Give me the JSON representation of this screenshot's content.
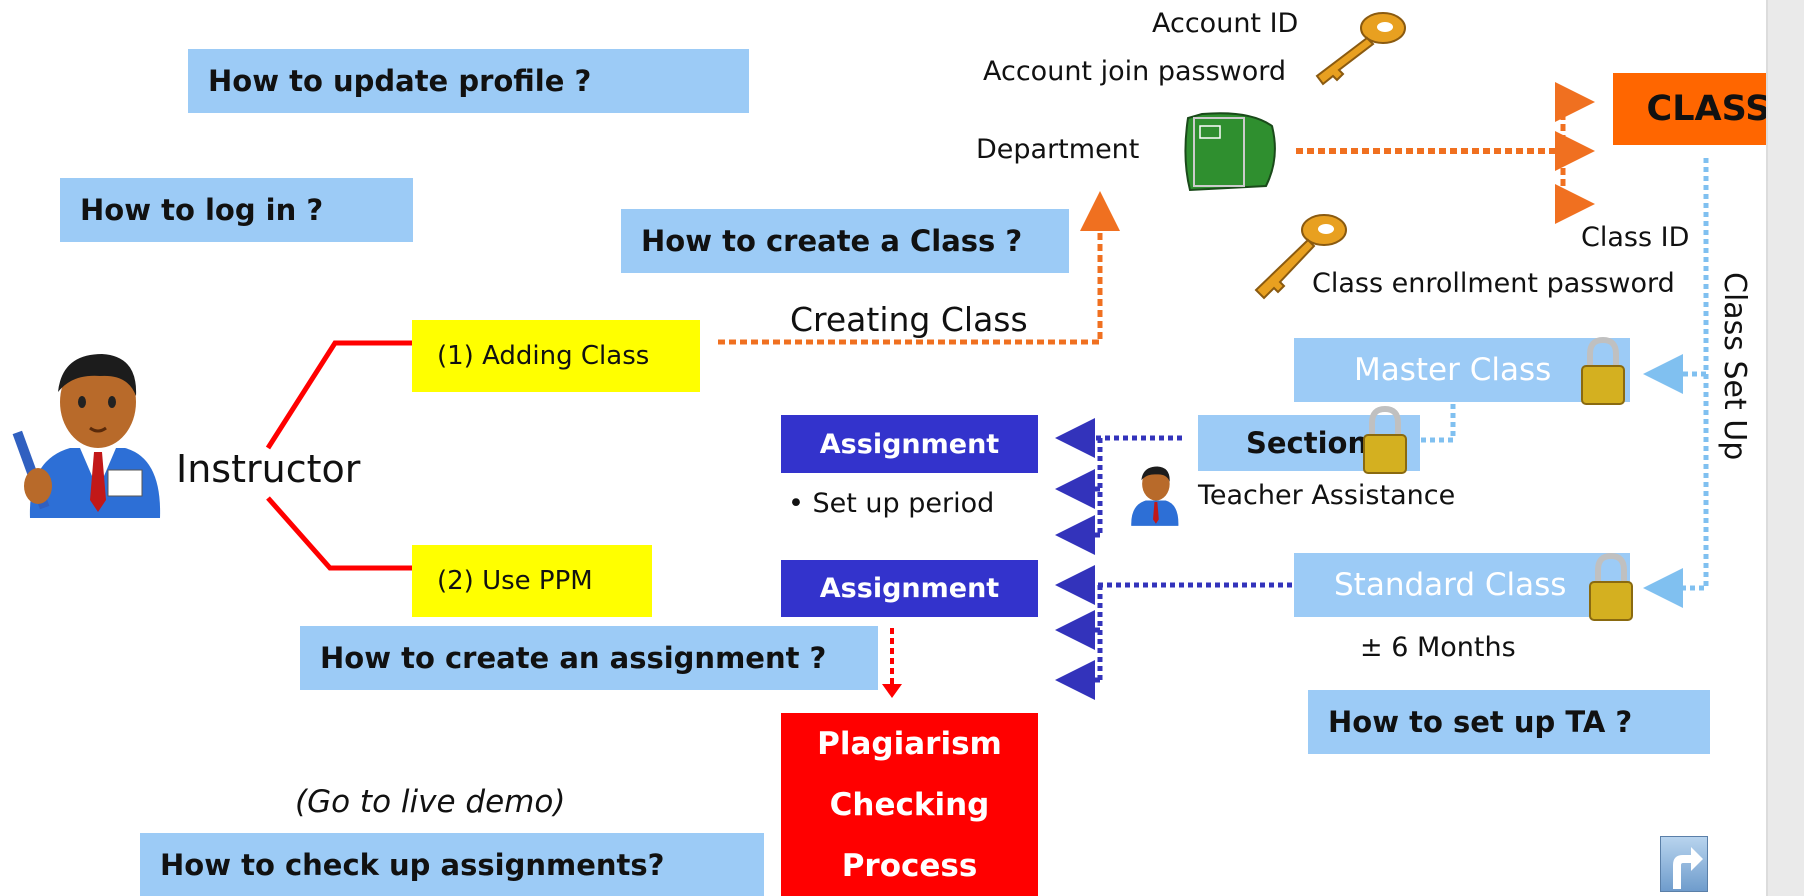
{
  "help_links": {
    "update_profile": "How to update profile ?",
    "log_in": "How to log in ?",
    "create_class": "How to create a Class ?",
    "create_assignment": "How to create an assignment ?",
    "set_up_ta": "How to set up TA ?",
    "check_assignments": "How to check up assignments?"
  },
  "instructor": {
    "label": "Instructor"
  },
  "steps": {
    "adding_class": "(1) Adding Class",
    "use_ppm": "(2) Use PPM"
  },
  "creating_class_label": "Creating Class",
  "account": {
    "id": "Account ID",
    "password": "Account join password",
    "department": "Department"
  },
  "class_box": "CLASS",
  "class_keys": {
    "id": "Class ID",
    "password": "Class enrollment password"
  },
  "class_set_up": "Class Set Up",
  "master_class": "Master Class",
  "section": "Section",
  "teacher_assistance": "Teacher Assistance",
  "standard_class": "Standard Class",
  "standard_duration": "± 6 Months",
  "assignment_1": "Assignment",
  "assignment_period": "• Set up period",
  "assignment_2": "Assignment",
  "plagiarism": {
    "line1": "Plagiarism",
    "line2": "Checking",
    "line3": "Process"
  },
  "live_demo": "(Go to live demo)",
  "colors": {
    "help_box": "#9ccbf6",
    "class_box": "#ff6600",
    "assignment_box": "#3333cc",
    "plagiarism_box": "#ff0000",
    "step_box": "#ffff00"
  }
}
